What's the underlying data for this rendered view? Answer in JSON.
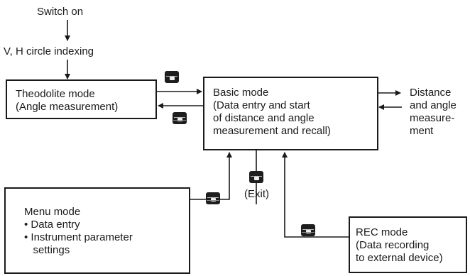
{
  "nodes": {
    "switch_on": "Switch on",
    "indexing": "V, H circle indexing",
    "theodolite": [
      "Theodolite mode",
      "(Angle measurement)"
    ],
    "basic": [
      "Basic mode",
      "(Data entry and start",
      "of distance and angle",
      "measurement and recall)"
    ],
    "distance": [
      "Distance",
      "and angle",
      "measure-",
      "ment"
    ],
    "menu": [
      "Menu mode",
      "• Data entry",
      "• Instrument parameter",
      "   settings"
    ],
    "rec": [
      "REC mode",
      "(Data recording",
      "to external device)"
    ],
    "exit": "(Exit)"
  },
  "keys": [
    "key-to-basic",
    "key-to-theodolite",
    "key-exit",
    "key-menu",
    "key-rec"
  ]
}
